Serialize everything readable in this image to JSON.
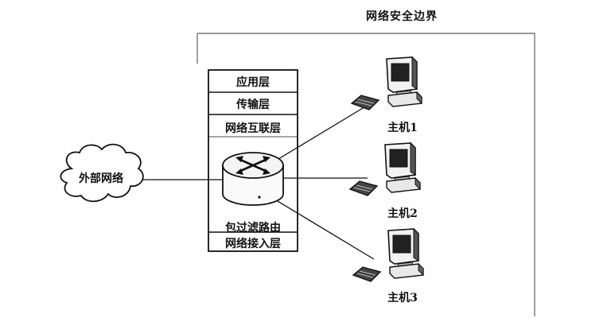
{
  "boundary": {
    "title": "网络安全边界"
  },
  "stack": {
    "layers": [
      "应用层",
      "传输层",
      "网络互联层"
    ],
    "bottom_layer": "网络接入层"
  },
  "external": {
    "label": "外部网络"
  },
  "router": {
    "label": "包过滤路由"
  },
  "hosts": [
    "主机1",
    "主机2",
    "主机3"
  ],
  "icons": {
    "cloud": "cloud-icon",
    "router": "router-icon",
    "host": "desktop-computer-icon"
  }
}
